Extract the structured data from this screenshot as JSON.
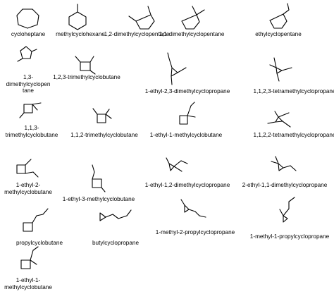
{
  "compounds": [
    {
      "id": "cycloheptane",
      "lines": [
        "cycloheptane"
      ]
    },
    {
      "id": "methylcyclohexane",
      "lines": [
        "methylcyclohexane"
      ]
    },
    {
      "id": "12-dimethylcyclopentane",
      "lines": [
        "1,2-dimethylcyclopentane"
      ]
    },
    {
      "id": "11-dimethylcyclopentane",
      "lines": [
        "1,1-dimethylcyclopentane"
      ]
    },
    {
      "id": "ethylcyclopentane",
      "lines": [
        "ethylcyclopentane"
      ]
    },
    {
      "id": "13-dimethylcyclopentane",
      "lines": [
        "1,3-",
        "dimethylcyclopen",
        "tane"
      ]
    },
    {
      "id": "123-trimethylcyclobutane",
      "lines": [
        "1,2,3-trimethylcyclobutane"
      ]
    },
    {
      "id": "1-ethyl-23-dimethylcyclopropane",
      "lines": [
        "1-ethyl-2,3-dimethylcyclopropane"
      ]
    },
    {
      "id": "1123-tetramethylcyclopropane",
      "lines": [
        "1,1,2,3-tetramethylcyclopropane"
      ]
    },
    {
      "id": "113-trimethylcyclobutane",
      "lines": [
        "1,1,3-",
        "trimethylcyclobutane"
      ]
    },
    {
      "id": "112-trimethylcyclobutane",
      "lines": [
        "1,1,2-trimethylcyclobutane"
      ]
    },
    {
      "id": "1-ethyl-1-methylcyclobutane",
      "lines": [
        "1-ethyl-1-methylcyclobutane"
      ]
    },
    {
      "id": "1122-tetramethylcyclopropane",
      "lines": [
        "1,1,2,2-tetramethylcyclopropane"
      ]
    },
    {
      "id": "1-ethyl-2-methylcyclobutane",
      "lines": [
        "1-ethyl-2-",
        "methylcyclobutane"
      ]
    },
    {
      "id": "1-ethyl-3-methylcyclobutane",
      "lines": [
        "1-ethyl-3-methylcyclobutane"
      ]
    },
    {
      "id": "1-ethyl-12-dimethylcyclopropane",
      "lines": [
        "1-ethyl-1,2-dimethylcyclopropane"
      ]
    },
    {
      "id": "2-ethyl-11-dimethylcyclopropane",
      "lines": [
        "2-ethyl-1,1-dimethylcyclopropane"
      ]
    },
    {
      "id": "propylcyclobutane",
      "lines": [
        "propylcyclobutane"
      ]
    },
    {
      "id": "butylcyclopropane",
      "lines": [
        "butylcyclopropane"
      ]
    },
    {
      "id": "1-methyl-2-propylcyclopropane",
      "lines": [
        "1-methyl-2-propylcyclopropane"
      ]
    },
    {
      "id": "1-methyl-1-propylcyclopropane",
      "lines": [
        "1-methyl-1-propylcyclopropane"
      ]
    },
    {
      "id": "1-ethyl-1-methylcyclobutane-b",
      "lines": [
        "1-ethyl-1-",
        "methylcyclobutane"
      ]
    }
  ]
}
